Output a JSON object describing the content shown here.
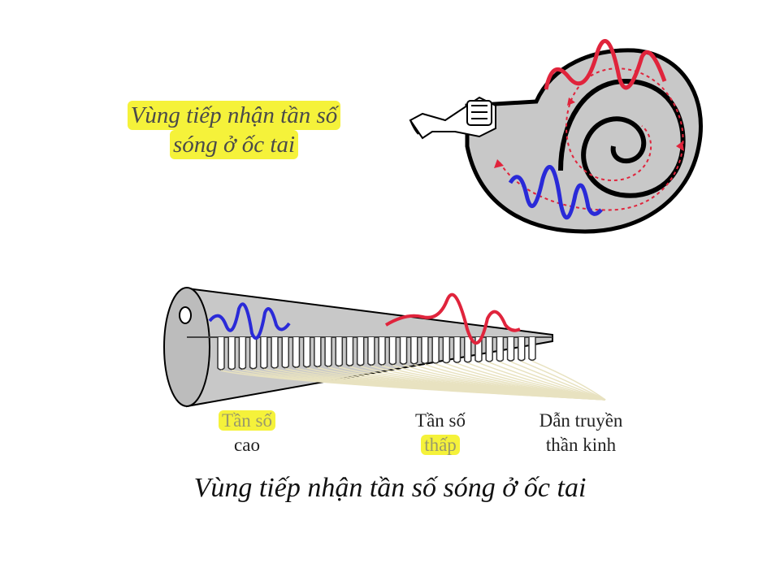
{
  "top_title": {
    "line1": "Vùng tiếp nhận tần số",
    "line2": "sóng ở ốc tai"
  },
  "labels": {
    "high_freq": {
      "line1": "Tần số",
      "line2": "cao"
    },
    "low_freq": {
      "line1": "Tần số",
      "line2": "thấp"
    },
    "nerve": {
      "line1": "Dẫn truyền",
      "line2": "thần kinh"
    }
  },
  "caption": "Vùng tiếp nhận tần số sóng ở ốc tai",
  "colors": {
    "highlight": "#f5f23a",
    "high_wave": "#2a2ad8",
    "low_wave": "#e0243c",
    "cochlea_fill": "#c8c8c8"
  }
}
